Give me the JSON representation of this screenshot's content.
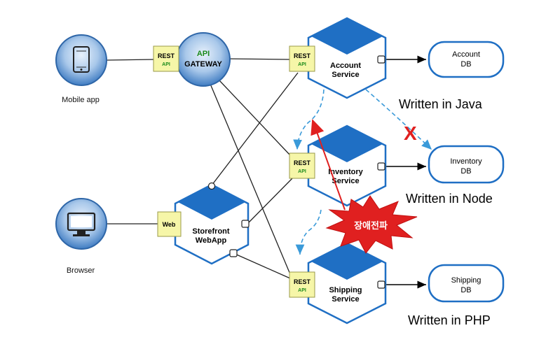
{
  "clients": {
    "mobile": {
      "label": "Mobile app",
      "icon": "smartphone-icon"
    },
    "browser": {
      "label": "Browser",
      "icon": "monitor-icon"
    }
  },
  "gateway": {
    "line1": "API",
    "line2": "GATEWAY"
  },
  "adapters": {
    "rest": "REST",
    "api": "API",
    "web": "Web"
  },
  "services": {
    "account": {
      "line1": "Account",
      "line2": "Service"
    },
    "inventory": {
      "line1": "Inventory",
      "line2": "Service"
    },
    "shipping": {
      "line1": "Shipping",
      "line2": "Service"
    },
    "storefront": {
      "line1": "Storefront",
      "line2": "WebApp"
    }
  },
  "databases": {
    "account": {
      "line1": "Account",
      "line2": "DB"
    },
    "inventory": {
      "line1": "Inventory",
      "line2": "DB"
    },
    "shipping": {
      "line1": "Shipping",
      "line2": "DB"
    }
  },
  "languages": {
    "java": "Written in Java",
    "node": "Written in Node",
    "php": "Written in PHP"
  },
  "failure": {
    "mark": "X",
    "cascade_label": "장애전파"
  },
  "colors": {
    "hex_blue": "#1f6fc4",
    "hex_outline": "#1a5aa8",
    "client_circle": "#4a86c8",
    "adapter_fill": "#f6f6a8",
    "cascade_dash": "#3a9ad9",
    "alert_red": "#e02020"
  }
}
